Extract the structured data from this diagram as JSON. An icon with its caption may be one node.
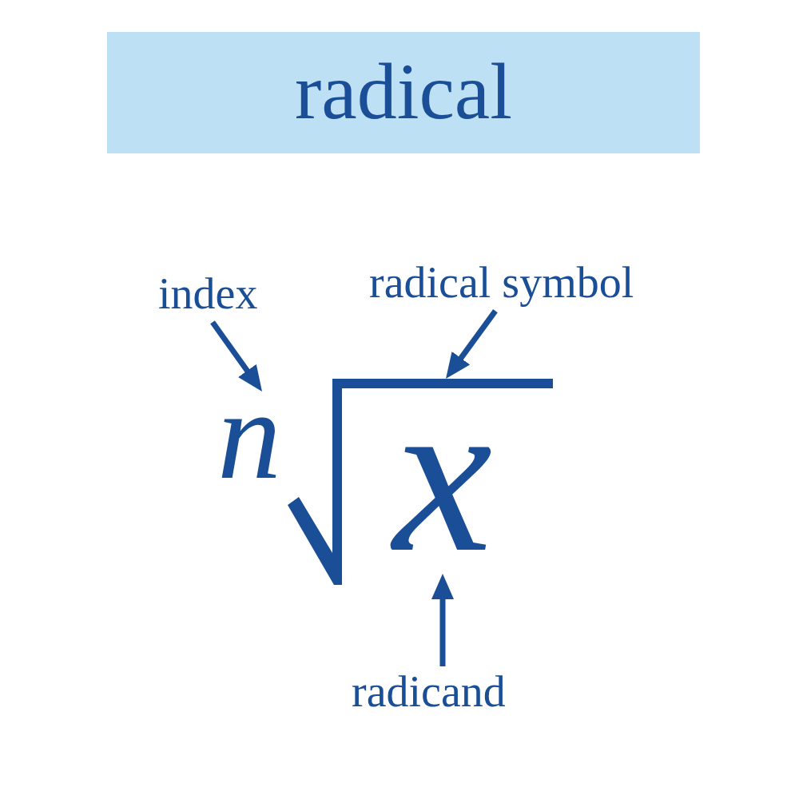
{
  "diagram": {
    "title": "radical",
    "nodes": [
      {
        "text": [
          "index"
        ]
      },
      {
        "text": [
          "radical symbol"
        ]
      },
      {
        "text": [
          "n"
        ]
      },
      {
        "text": [],
        "shape": "picture"
      },
      {
        "text": [
          "x"
        ],
        "in": 3
      },
      {
        "text": [
          "radicand"
        ]
      }
    ],
    "edges": [
      {
        "from": 0,
        "to": 2,
        "arrow": "to"
      },
      {
        "from": 1,
        "to": 3,
        "arrow": "to"
      },
      {
        "from": 5,
        "to": 4,
        "arrow": "to"
      }
    ]
  }
}
